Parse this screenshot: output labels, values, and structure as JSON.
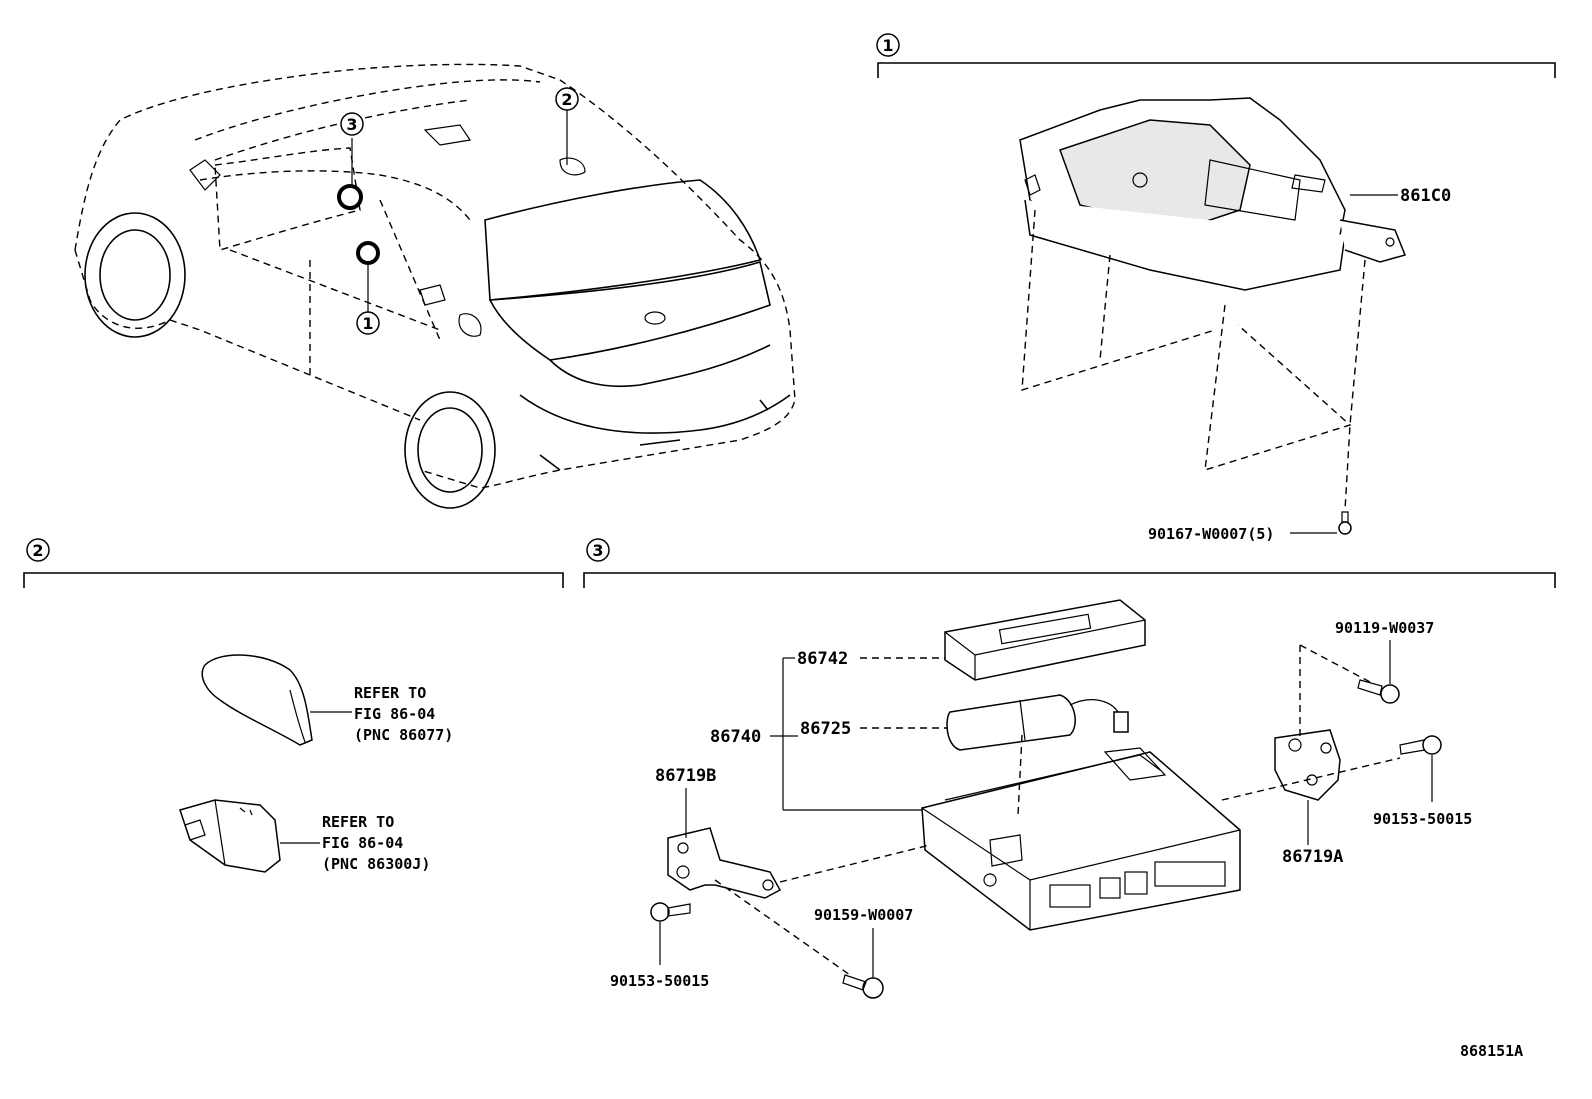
{
  "sections": [
    {
      "id": "1"
    },
    {
      "id": "2"
    },
    {
      "id": "3"
    }
  ],
  "car_callouts": [
    "3",
    "2",
    "1"
  ],
  "labels": {
    "p861C0": "861C0",
    "p90167": "90167-W0007(5)",
    "refer1_line1": "REFER TO",
    "refer1_line2": "FIG 86-04",
    "refer1_line3": "(PNC 86077)",
    "refer2_line1": "REFER TO",
    "refer2_line2": "FIG 86-04",
    "refer2_line3": "(PNC 86300J)",
    "p86742": "86742",
    "p86740": "86740",
    "p86725": "86725",
    "p86719B": "86719B",
    "p86719A": "86719A",
    "p90119": "90119-W0037",
    "p90153_right": "90153-50015",
    "p90153_left": "90153-50015",
    "p90159": "90159-W0007",
    "figure_id": "868151A"
  }
}
